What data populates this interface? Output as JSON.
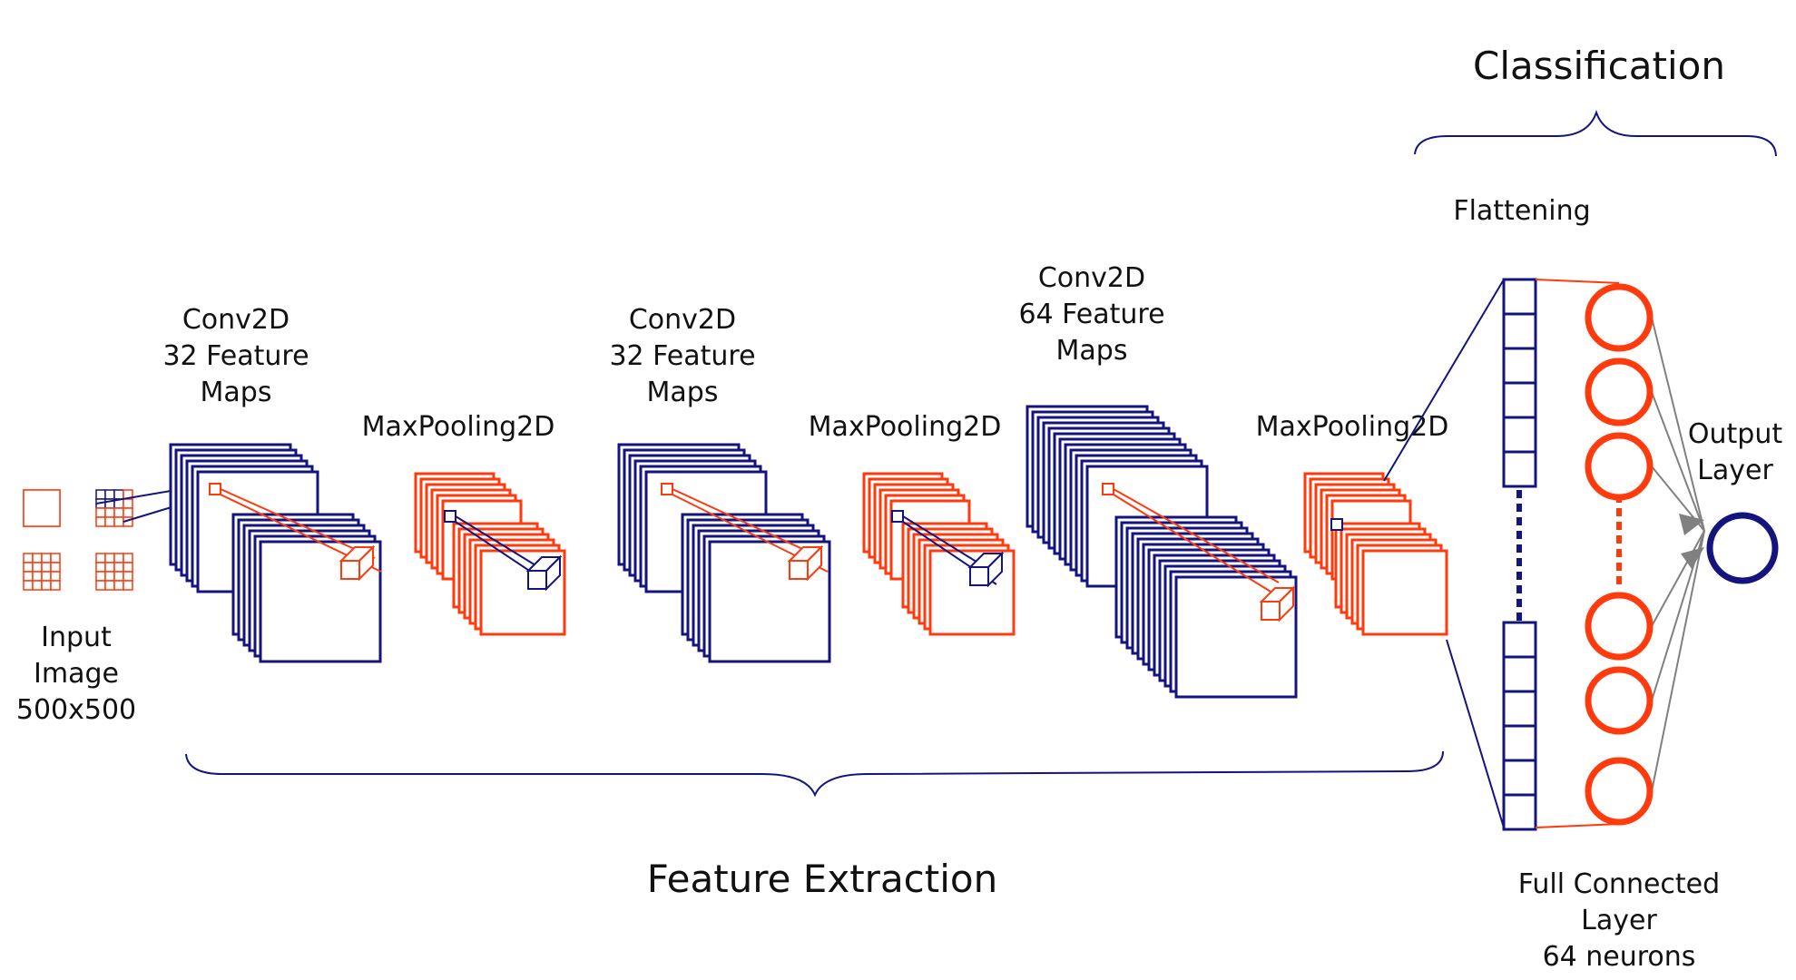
{
  "labels": {
    "input": [
      "Input",
      "Image",
      "500x500"
    ],
    "conv1": [
      "Conv2D",
      "32 Feature",
      "Maps"
    ],
    "pool1": "MaxPooling2D",
    "conv2": [
      "Conv2D",
      "32 Feature",
      "Maps"
    ],
    "pool2": "MaxPooling2D",
    "conv3": [
      "Conv2D",
      "64 Feature",
      "Maps"
    ],
    "pool3": "MaxPooling2D",
    "flattening": "Flattening",
    "output": [
      "Output",
      "Layer"
    ],
    "dense": [
      "Full Connected",
      "Layer",
      "64 neurons"
    ],
    "feature_extraction": "Feature Extraction",
    "classification": "Classification"
  },
  "colors": {
    "navy": "#14147f",
    "orange": "#ff3a0d",
    "gray": "#808080",
    "text": "#111111"
  }
}
